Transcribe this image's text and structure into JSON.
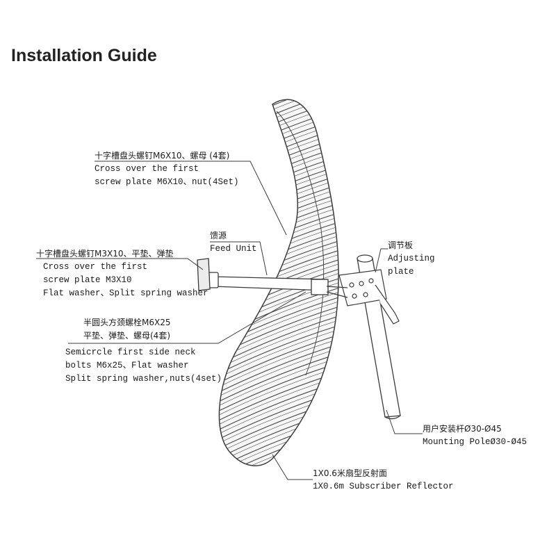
{
  "page": {
    "title": "Installation Guide"
  },
  "callouts": {
    "screw_m6": {
      "cn": "十字槽盘头螺钉M6X10、螺母 (4套)",
      "en1": "Cross over the first",
      "en2": "screw plate M6X10、nut(4Set)"
    },
    "feed": {
      "cn": "馈源",
      "en": "Feed Unit"
    },
    "screw_m3": {
      "cn": "十字槽盘头螺钉M3X10、平垫、弹垫",
      "en1": "Cross over the first",
      "en2": "screw plate M3X10",
      "en3": "Flat washer、Split spring washer"
    },
    "bolt_m6x25": {
      "cn1": "半圆头方颈螺栓M6X25",
      "cn2": "平垫、弹垫、螺母(4套)",
      "en1": "Semicrcle first side neck",
      "en2": "bolts M6x25、Flat washer",
      "en3": "Split spring washer,nuts(4set)"
    },
    "adjust": {
      "cn": "调节板",
      "en1": "Adjusting",
      "en2": "plate"
    },
    "pole": {
      "cn": "用户安装杆Ø30-Ø45",
      "en": "Mounting PoleØ30-Ø45"
    },
    "reflector": {
      "cn": "1X0.6米扇型反射面",
      "en": "1X0.6m Subscriber Reflector"
    }
  },
  "colors": {
    "line": "#3a3a3a",
    "text": "#1a1a1a",
    "title": "#222222"
  }
}
